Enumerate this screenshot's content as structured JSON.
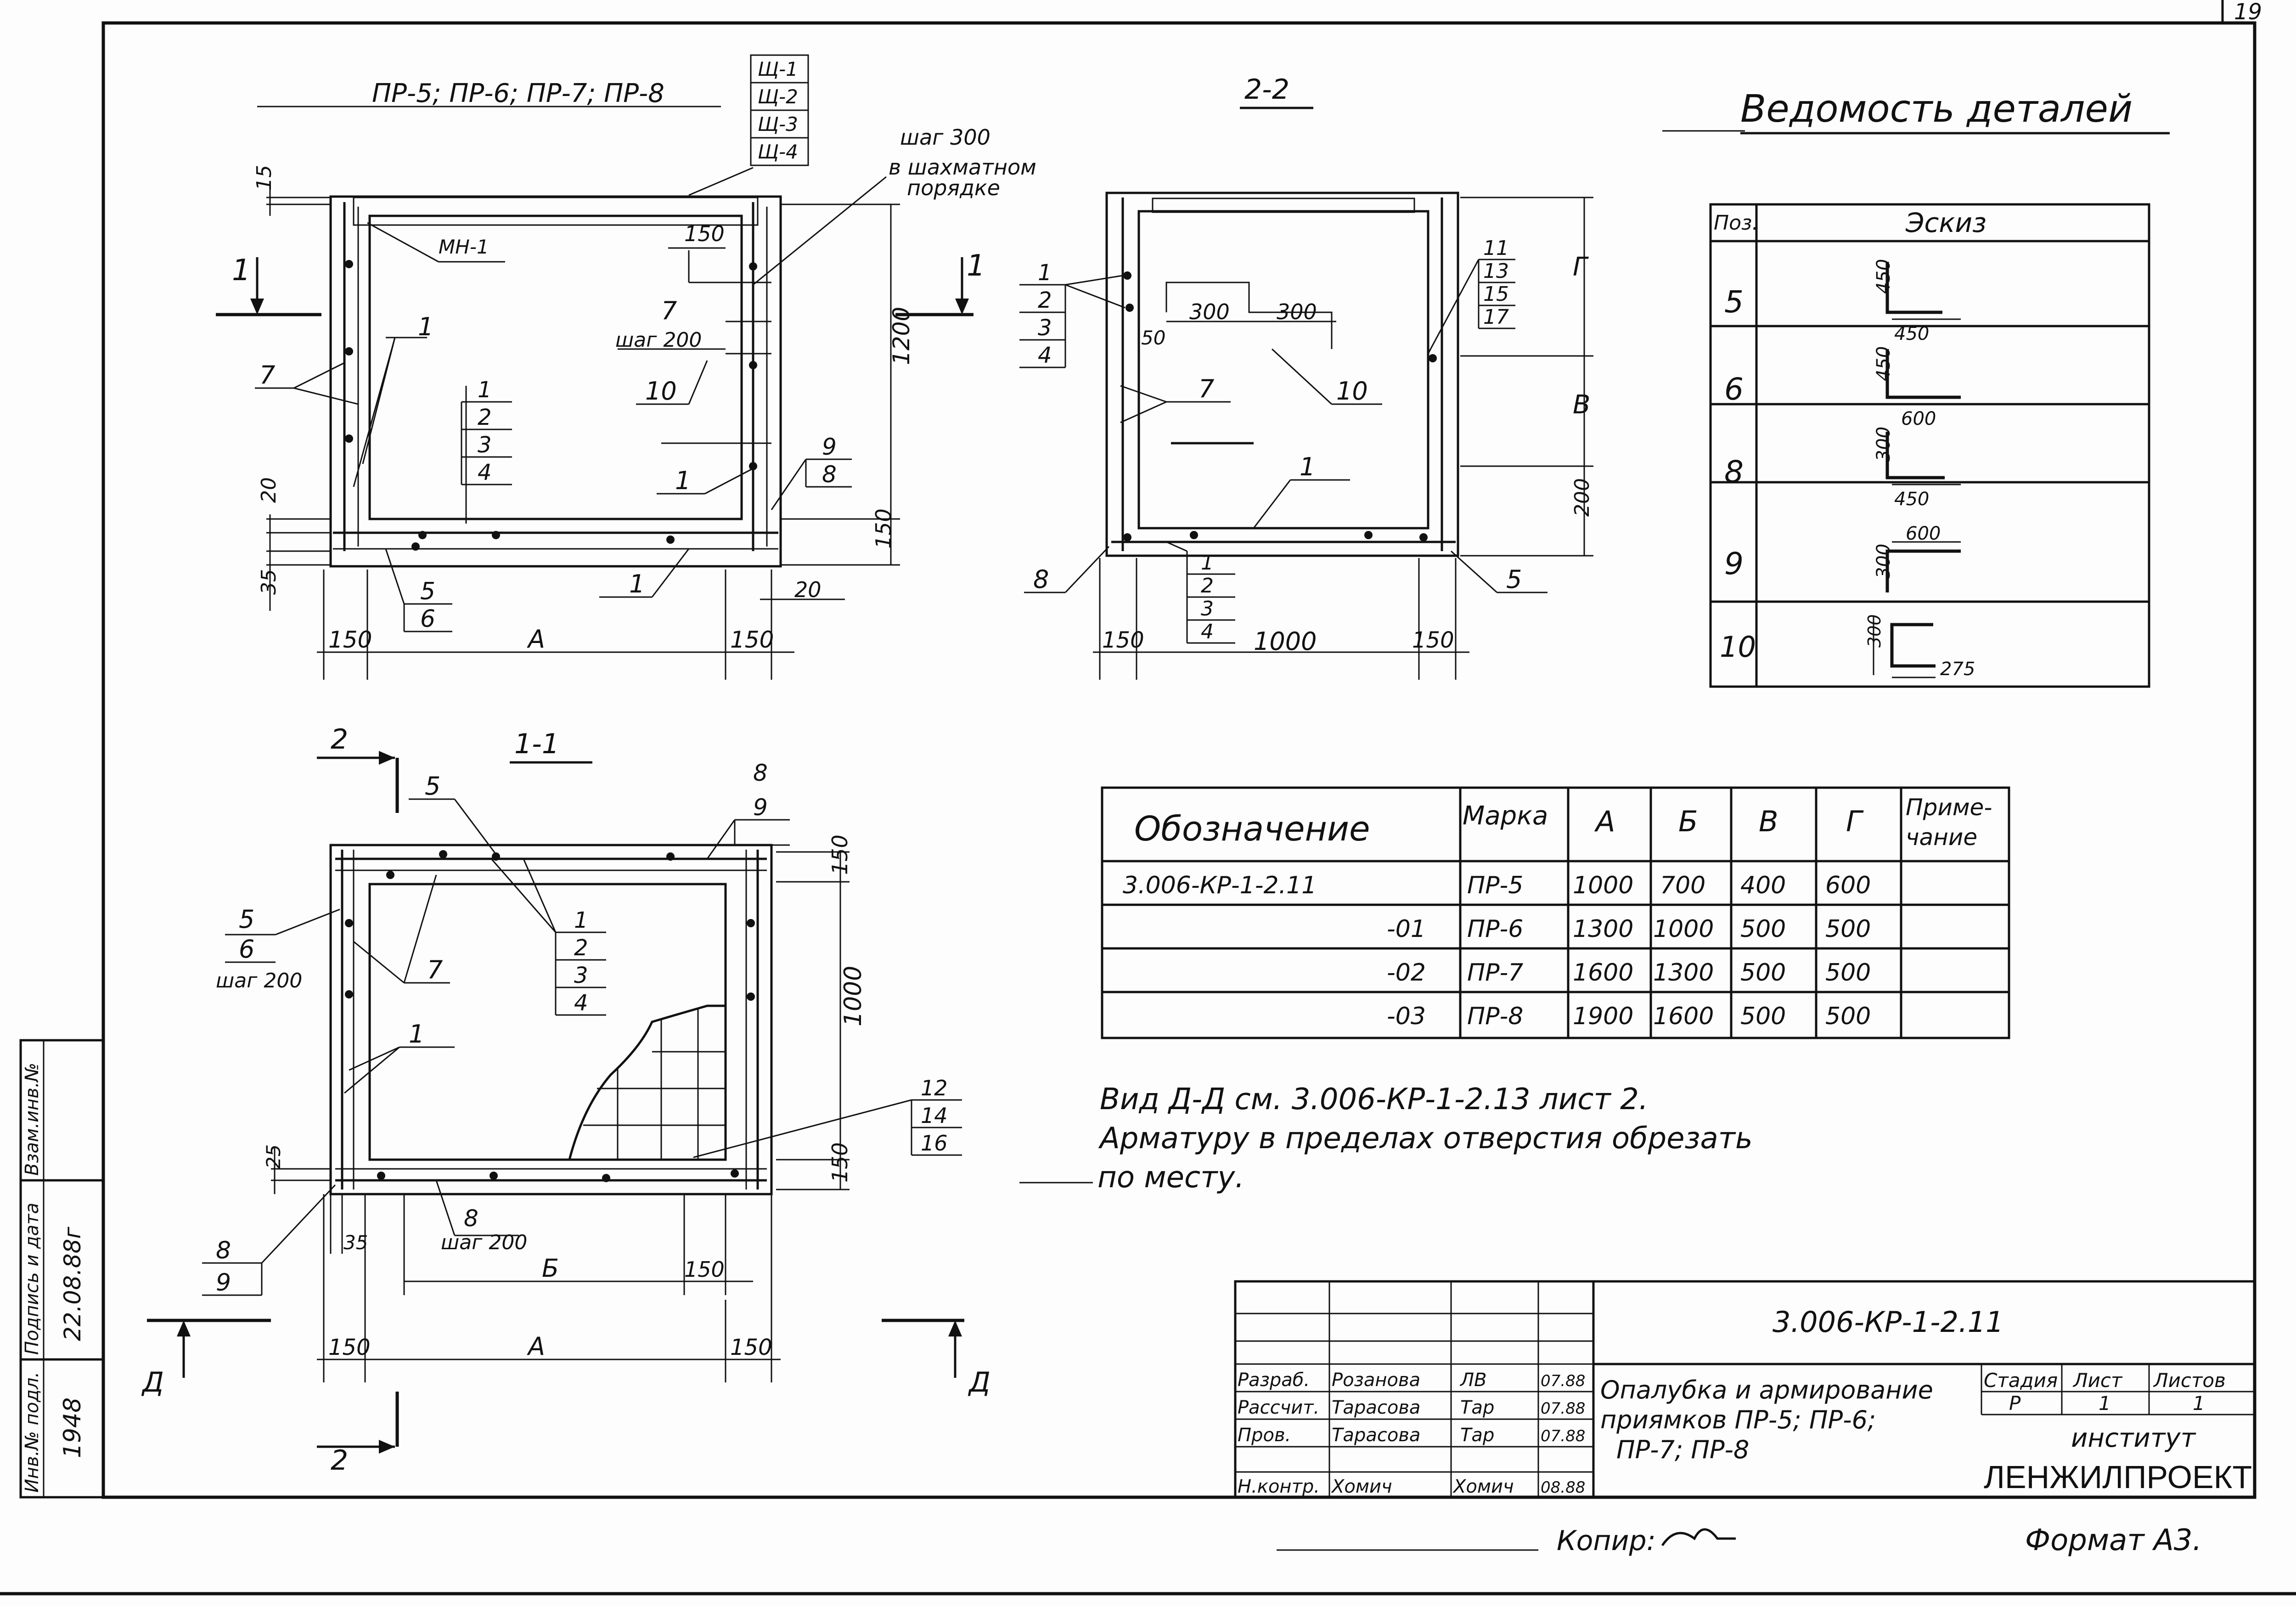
{
  "sheet_number": "19",
  "sheet_title": "Ведомость деталей",
  "plan_view": {
    "label": "ПР-5; ПР-6; ПР-7; ПР-8",
    "shield_marks": [
      "Щ-1",
      "Щ-2",
      "Щ-3",
      "Щ-4"
    ],
    "pitch_note_1": "шаг 300",
    "pitch_note_2": "в шахматном",
    "pitch_note_3": "порядке",
    "mark_mn": "МН-1",
    "callouts": {
      "c1": "1",
      "c7": "7",
      "c7b": "7",
      "c7_step": "шаг 200",
      "c10": "10",
      "c9": "9",
      "c8": "8",
      "c1b": "1",
      "c1c": "1",
      "c1d": "1",
      "c5": "5",
      "c6": "6",
      "stack": [
        "1",
        "2",
        "3",
        "4"
      ]
    },
    "dims": {
      "d15": "15",
      "d20": "20",
      "d35": "35",
      "d150l": "150",
      "dA": "А",
      "d150r": "150",
      "d20r": "20",
      "d150top": "150",
      "d1200": "1200",
      "d150v": "150"
    },
    "cut_1": "1",
    "cut_1b": "1"
  },
  "section_2_2": {
    "label": "2-2",
    "stack_left": [
      "1",
      "2",
      "3",
      "4"
    ],
    "stack_right": [
      "11",
      "13",
      "15",
      "17"
    ],
    "stack_bottom": [
      "1",
      "2",
      "3",
      "4"
    ],
    "c7": "7",
    "c10": "10",
    "c1": "1",
    "c8": "8",
    "c5": "5",
    "dims": {
      "d300a": "300",
      "d300b": "300",
      "d50": "50",
      "dG": "Г",
      "dV": "В",
      "d200": "200",
      "d150l": "150",
      "d1000": "1000",
      "d150r": "150"
    }
  },
  "section_1_1": {
    "label": "1-1",
    "cut_2_top": "2",
    "cut_2_bottom": "2",
    "c5": "5",
    "c5b": "5",
    "c6": "6",
    "c_step": "шаг 200",
    "c7": "7",
    "c1": "1",
    "c8": "8",
    "c9": "9",
    "c8b": "8",
    "c9b": "9",
    "c8_step": "шаг 200",
    "stack": [
      "1",
      "2",
      "3",
      "4"
    ],
    "stack_right": [
      "12",
      "14",
      "16"
    ],
    "dims": {
      "d150top": "150",
      "d1000": "1000",
      "d150bot": "150",
      "d25": "25",
      "d35": "35",
      "dB": "Б",
      "d150b": "150",
      "d150l": "150",
      "dA": "А",
      "d150r": "150"
    },
    "view_d_left": "Д",
    "view_d_right": "Д"
  },
  "details": {
    "headers": [
      "Поз.",
      "Эскиз"
    ],
    "rows": [
      {
        "pos": "5",
        "a": "450",
        "b": "450"
      },
      {
        "pos": "6",
        "a": "450",
        "b": "600"
      },
      {
        "pos": "8",
        "a": "300",
        "b": "450"
      },
      {
        "pos": "9",
        "a": "300",
        "b": "600"
      },
      {
        "pos": "10",
        "a": "300",
        "b": "275"
      }
    ]
  },
  "marks_table": {
    "headers": [
      "Обозначение",
      "Марка",
      "А",
      "Б",
      "В",
      "Г",
      "Приме-",
      "чание"
    ],
    "rows": [
      [
        "3.006-КР-1-2.11",
        "ПР-5",
        "1000",
        "700",
        "400",
        "600",
        ""
      ],
      [
        "-01",
        "ПР-6",
        "1300",
        "1000",
        "500",
        "500",
        ""
      ],
      [
        "-02",
        "ПР-7",
        "1600",
        "1300",
        "500",
        "500",
        ""
      ],
      [
        "-03",
        "ПР-8",
        "1900",
        "1600",
        "500",
        "500",
        ""
      ]
    ]
  },
  "notes": [
    "Вид Д-Д см. 3.006-КР-1-2.13 лист 2.",
    "Арматуру в пределах отверстия обрезать",
    "по месту."
  ],
  "side_stamp": {
    "col1_label": "Инв.№ подл.",
    "col1_value": "1948",
    "col2_label": "Подпись и дата",
    "col2_value": "22.08.88г",
    "col3_label": "Взам.инв.№"
  },
  "title_block": {
    "code": "3.006-КР-1-2.11",
    "roles": [
      {
        "role": "Разраб.",
        "name": "Розанова",
        "sign": "ЛВ",
        "date": "07.88"
      },
      {
        "role": "Рассчит.",
        "name": "Тарасова",
        "sign": "Тар",
        "date": "07.88"
      },
      {
        "role": "Пров.",
        "name": "Тарасова",
        "sign": "Тар",
        "date": "07.88"
      },
      {
        "role": "Н.контр.",
        "name": "Хомич",
        "sign": "Хомич",
        "date": "08.88"
      }
    ],
    "title_lines": [
      "Опалубка и армирование",
      "приямков ПР-5; ПР-6;",
      "ПР-7; ПР-8"
    ],
    "stage_label": "Стадия",
    "sheet_label": "Лист",
    "sheets_label": "Листов",
    "stage": "Р",
    "sheet": "1",
    "sheets": "1",
    "institute_1": "институт",
    "institute_2": "ЛЕНЖИЛПРОЕКТ"
  },
  "copied": "Копир:",
  "format": "Формат А3."
}
